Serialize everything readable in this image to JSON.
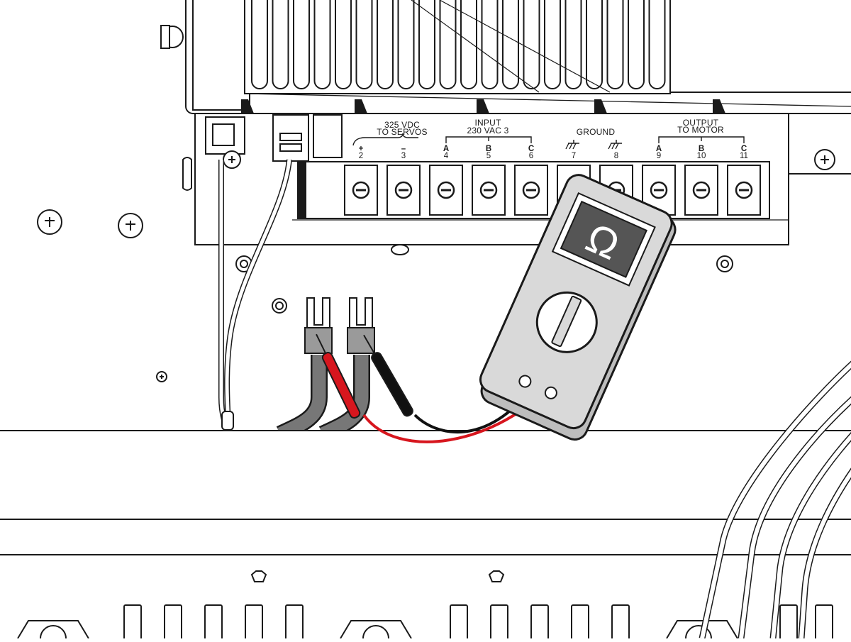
{
  "terminal_groups": [
    {
      "id": "servo",
      "lines": [
        "325  VDC",
        "TO SERVOS"
      ]
    },
    {
      "id": "input",
      "lines": [
        "INPUT",
        "230  VAC 3"
      ]
    },
    {
      "id": "ground",
      "lines": [
        "GROUND"
      ]
    },
    {
      "id": "output",
      "lines": [
        "OUTPUT",
        "TO MOTOR"
      ]
    }
  ],
  "terminals": [
    {
      "mark": "+",
      "num": "2"
    },
    {
      "mark": "–",
      "num": "3"
    },
    {
      "mark": "A",
      "num": "4"
    },
    {
      "mark": "B",
      "num": "5"
    },
    {
      "mark": "C",
      "num": "6"
    },
    {
      "mark": "",
      "num": "7"
    },
    {
      "mark": "",
      "num": "8"
    },
    {
      "mark": "A",
      "num": "9"
    },
    {
      "mark": "B",
      "num": "10"
    },
    {
      "mark": "C",
      "num": "11"
    }
  ],
  "meter": {
    "display": "Ω"
  },
  "colors": {
    "red_lead": "#d7161e",
    "black_lead": "#111111",
    "meter_body": "#d9d9d9",
    "meter_screen": "#555555",
    "wire_gray": "#777777",
    "lug": "#9a9a9a"
  }
}
